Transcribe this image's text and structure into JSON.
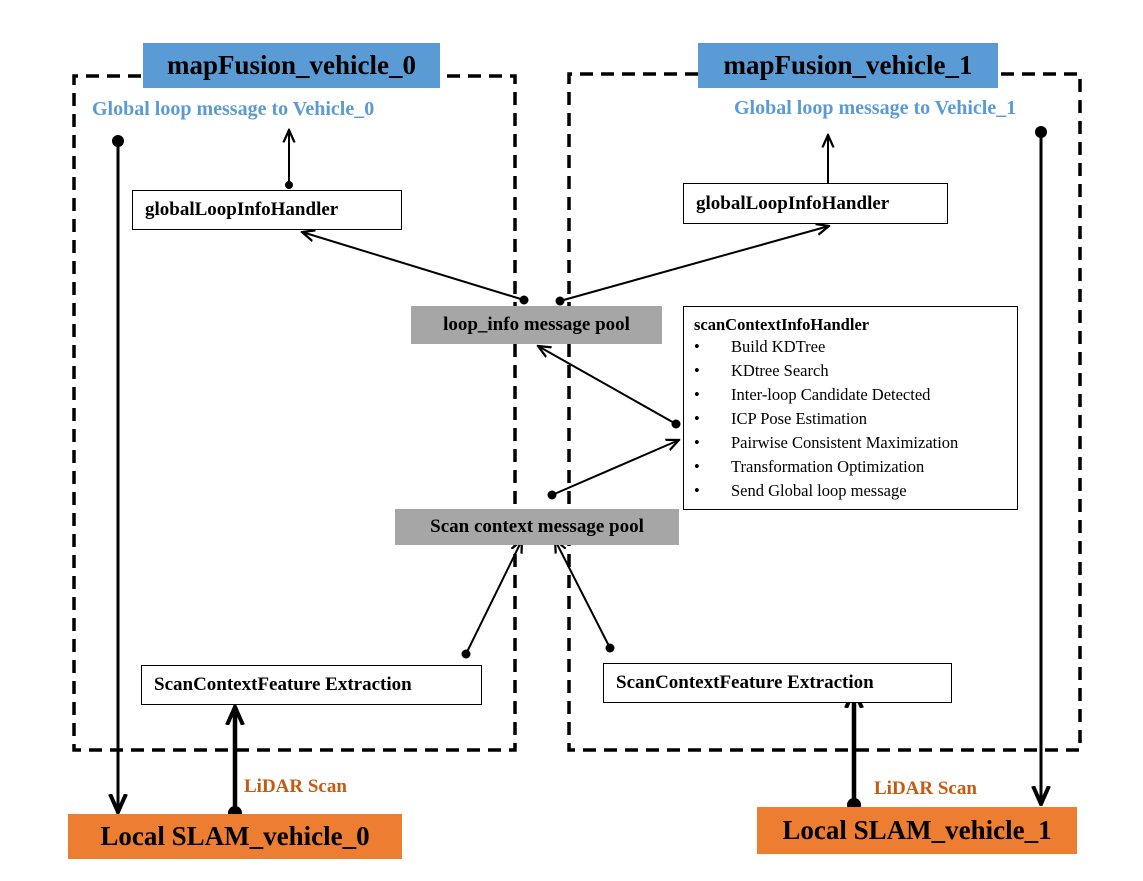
{
  "vehicle0": {
    "map_fusion_title": "mapFusion_vehicle_0",
    "global_loop_message": "Global loop message to Vehicle_0",
    "handler_label": "globalLoopInfoHandler",
    "feature_label": "ScanContextFeature Extraction",
    "lidar_label": "LiDAR Scan",
    "local_slam_label": "Local SLAM_vehicle_0"
  },
  "vehicle1": {
    "map_fusion_title": "mapFusion_vehicle_1",
    "global_loop_message": "Global loop message to Vehicle_1",
    "handler_label": "globalLoopInfoHandler",
    "feature_label": "ScanContextFeature Extraction",
    "lidar_label": "LiDAR Scan",
    "local_slam_label": "Local SLAM_vehicle_1"
  },
  "pools": {
    "loop_info": "loop_info message pool",
    "scan_context": "Scan context message pool"
  },
  "scan_context_handler": {
    "title": "scanContextInfoHandler",
    "steps": [
      "Build KDTree",
      "KDtree Search",
      "Inter-loop Candidate Detected",
      "ICP Pose Estimation",
      "Pairwise Consistent Maximization",
      "Transformation Optimization",
      "Send Global loop message"
    ]
  },
  "colors": {
    "title_blue": "#5b9bd5",
    "slam_orange": "#ed7d31",
    "lidar_text": "#c55a11",
    "pool_gray": "#a6a6a6"
  }
}
